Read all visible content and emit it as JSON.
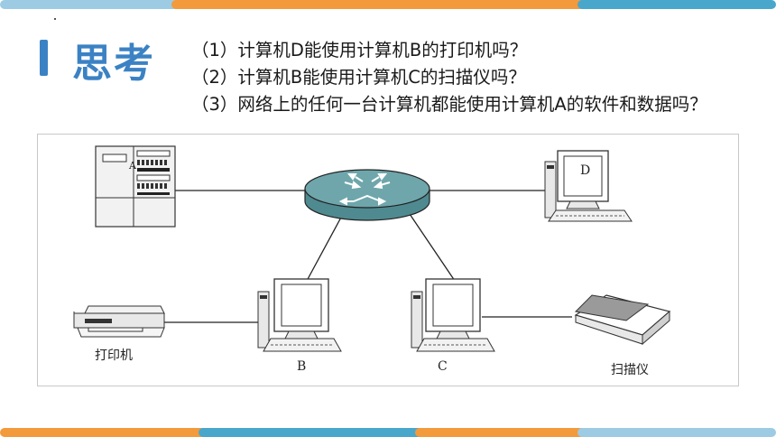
{
  "colors": {
    "orange": "#f39a3c",
    "light_blue": "#9dcbe4",
    "teal_blue": "#49a7cc",
    "heading_blue": "#3b82c4",
    "router_teal": "#5f9aa0"
  },
  "heading": {
    "title": "思考"
  },
  "questions": [
    "（1）计算机D能使用计算机B的打印机吗？",
    "（2）计算机B能使用计算机C的扫描仪吗？",
    "（3）网络上的任何一台计算机都能使用计算机A的软件和数据吗？"
  ],
  "diagram": {
    "server_label": "A",
    "computer_d_label": "D",
    "computer_b_label": "B",
    "computer_c_label": "C",
    "printer_label": "打印机",
    "scanner_label": "扫描仪"
  }
}
